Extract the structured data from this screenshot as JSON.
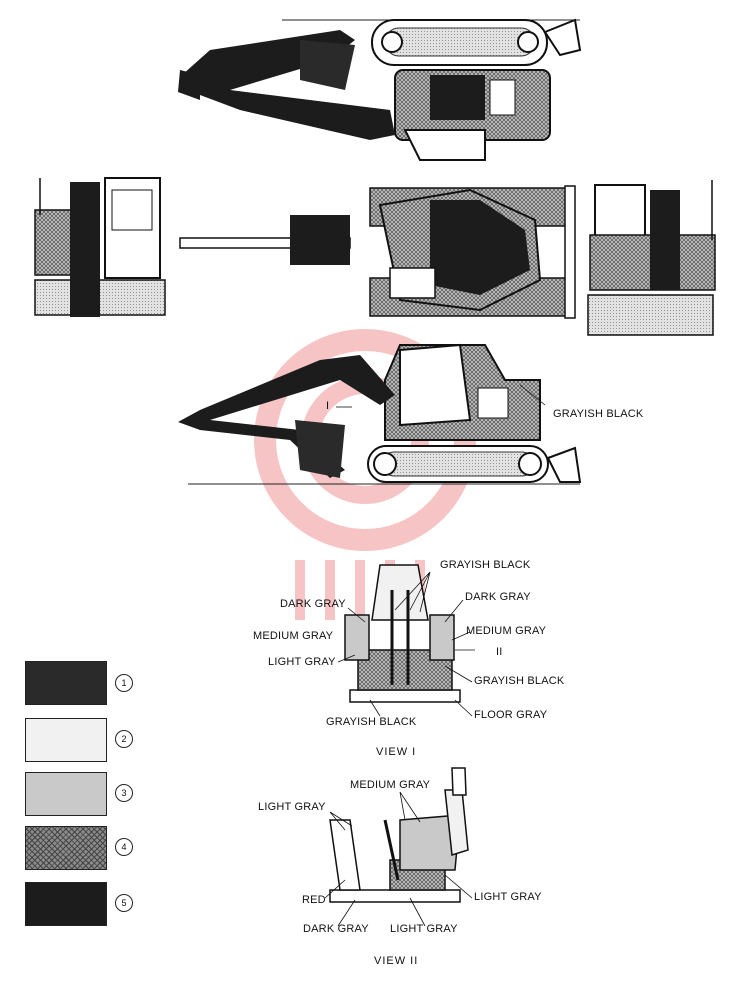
{
  "colors": {
    "swatch_1": "#2a2a2a",
    "swatch_2": "#f1f1f1",
    "swatch_3": "#c9c9c9",
    "swatch_4": "#8a8a8a",
    "swatch_5": "#1c1c1c",
    "watermark": "#e85a5a"
  },
  "labels": {
    "side_grayish_black": "GRAYISH BLACK",
    "view1_marker": "I",
    "view2_marker": "II",
    "seat_grayish_black_top": "GRAYISH BLACK",
    "seat_dark_gray_left": "DARK GRAY",
    "seat_dark_gray_right": "DARK GRAY",
    "seat_medium_gray_left": "MEDIUM GRAY",
    "seat_medium_gray_right": "MEDIUM GRAY",
    "seat_light_gray_left": "LIGHT GRAY",
    "seat_grayish_black_right": "GRAYISH BLACK",
    "seat_floor_gray": "FLOOR GRAY",
    "seat_grayish_black_bottom": "GRAYISH BLACK",
    "view1_caption": "VIEW  I",
    "v2_medium_gray": "MEDIUM GRAY",
    "v2_light_gray_top": "LIGHT GRAY",
    "v2_red": "RED",
    "v2_light_gray_right": "LIGHT GRAY",
    "v2_dark_gray": "DARK GRAY",
    "v2_light_gray_bottom": "LIGHT GRAY",
    "view2_caption": "VIEW  II"
  },
  "legend": [
    {
      "number": "1"
    },
    {
      "number": "2"
    },
    {
      "number": "3"
    },
    {
      "number": "4"
    },
    {
      "number": "5"
    }
  ]
}
